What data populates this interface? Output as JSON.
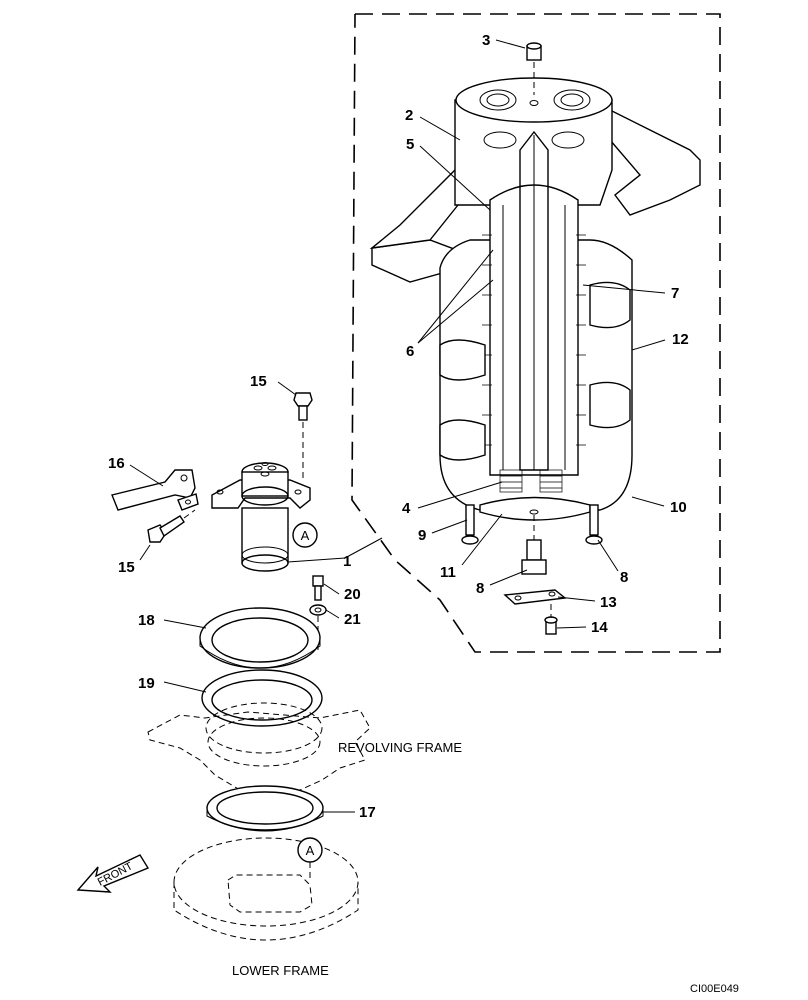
{
  "labels": {
    "l1": "1",
    "l2": "2",
    "l3": "3",
    "l4": "4",
    "l5": "5",
    "l6": "6",
    "l7": "7",
    "l8a": "8",
    "l8b": "8",
    "l9": "9",
    "l10": "10",
    "l11": "11",
    "l12": "12",
    "l13": "13",
    "l14": "14",
    "l15a": "15",
    "l15b": "15",
    "l16": "16",
    "l17": "17",
    "l18": "18",
    "l19": "19",
    "l20": "20",
    "l21": "21"
  },
  "callouts": {
    "a_upper": "A",
    "a_lower": "A"
  },
  "captions": {
    "revolving_frame": "REVOLVING FRAME",
    "lower_frame": "LOWER FRAME",
    "front": "FRONT"
  },
  "drawing_code": "CI00E049"
}
